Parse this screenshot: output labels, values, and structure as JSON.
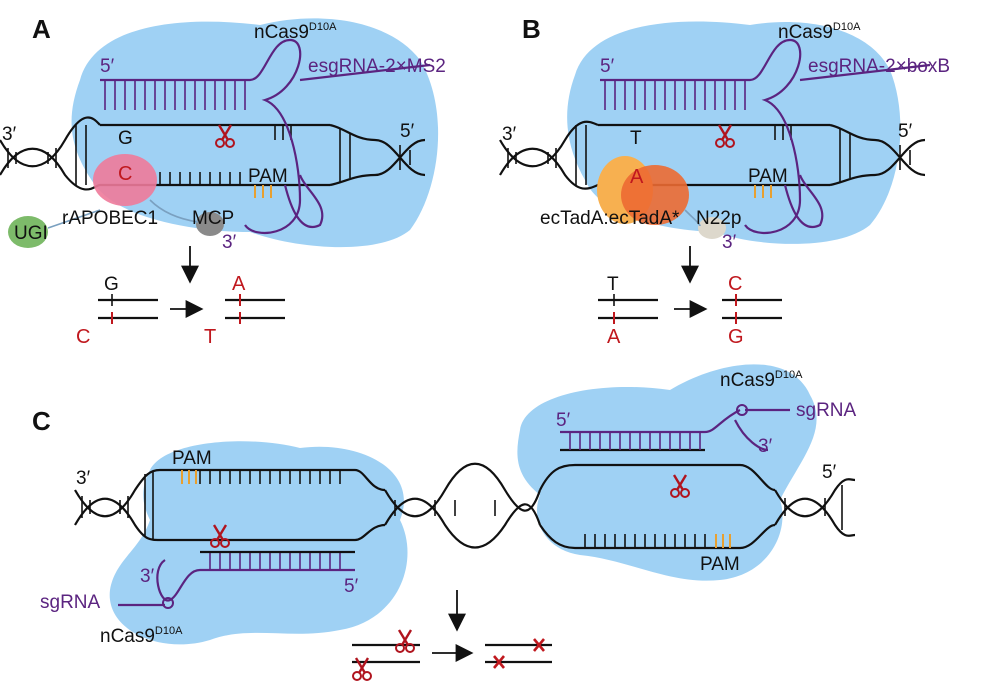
{
  "panels": {
    "a": {
      "label": "A",
      "protein": "nCas9",
      "protein_sup": "D10A",
      "guide": "esgRNA-2×MS2",
      "five_prime": "5′",
      "three_prime_left": "3′",
      "five_prime_right": "5′",
      "top_base": "G",
      "edited_base": "C",
      "pam": "PAM",
      "deaminase": "rAPOBEC1",
      "ugi": "UGI",
      "adapter": "MCP",
      "rna_three_prime": "3′",
      "before_top": "G",
      "before_bottom": "C",
      "after_top": "A",
      "after_bottom": "T",
      "deaminase_color": "#ee7a9a",
      "ugi_color": "#7dbb6a",
      "adapter_color": "#8a8a8a"
    },
    "b": {
      "label": "B",
      "protein": "nCas9",
      "protein_sup": "D10A",
      "guide": "esgRNA-2×boxB",
      "five_prime": "5′",
      "three_prime_left": "3′",
      "five_prime_right": "5′",
      "top_base": "T",
      "edited_base": "A",
      "pam": "PAM",
      "deaminase": "ecTadA:ecTadA*",
      "adapter": "N22p",
      "rna_three_prime": "3′",
      "before_top": "T",
      "before_bottom": "A",
      "after_top": "C",
      "after_bottom": "G",
      "deaminase_color": "#f39a3a",
      "adapter_color": "#ddd8cc"
    },
    "c": {
      "label": "C",
      "left_protein": "nCas9",
      "left_protein_sup": "D10A",
      "left_guide": "sgRNA",
      "left_pam": "PAM",
      "left_three_prime": "3′",
      "left_five_prime": "5′",
      "right_protein": "nCas9",
      "right_protein_sup": "D10A",
      "right_guide": "sgRNA",
      "right_pam": "PAM",
      "right_three_prime": "3′",
      "right_five_prime": "5′",
      "dna_three_prime": "3′",
      "dna_five_prime": "5′"
    }
  },
  "colors": {
    "cas9_blob": "#8ec9f2",
    "rna": "#5b2480",
    "edit_red": "#c0181e",
    "pam_orange": "#e8a030"
  }
}
